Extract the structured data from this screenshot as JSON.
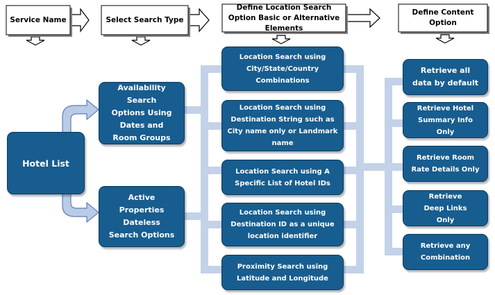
{
  "headers": {
    "service_name": "Service Name",
    "search_type": "Select Search Type",
    "location_option": "Define Location Search Option Basic or Alternative Elements",
    "content_option": "Define Content Option"
  },
  "service": {
    "label": "Hotel List"
  },
  "search_types": [
    {
      "label": "Availability Search Options Using Dates and Room Groups"
    },
    {
      "label": "Active Properties Dateless Search Options"
    }
  ],
  "location_options": [
    {
      "label": "Location Search using City/State/Country Combinations"
    },
    {
      "label": "Location Search using Destination String such as City name only or Landmark name"
    },
    {
      "label": "Location Search using A Specific List of Hotel IDs"
    },
    {
      "label": "Location Search using Destination ID as a unique location identifier"
    },
    {
      "label": "Proximity Search using Latitude and Longitude"
    }
  ],
  "content_options": [
    {
      "label": "Retrieve all data by default"
    },
    {
      "label": "Retrieve Hotel Summary Info Only"
    },
    {
      "label": "Retrieve Room Rate Details Only"
    },
    {
      "label": "Retrieve Deep Links Only"
    },
    {
      "label": "Retrieve any Combination"
    }
  ],
  "colors": {
    "box_fill": "#175d8f",
    "connector": "#c3d2e8",
    "curved_arrow": "#b9cbe6"
  }
}
